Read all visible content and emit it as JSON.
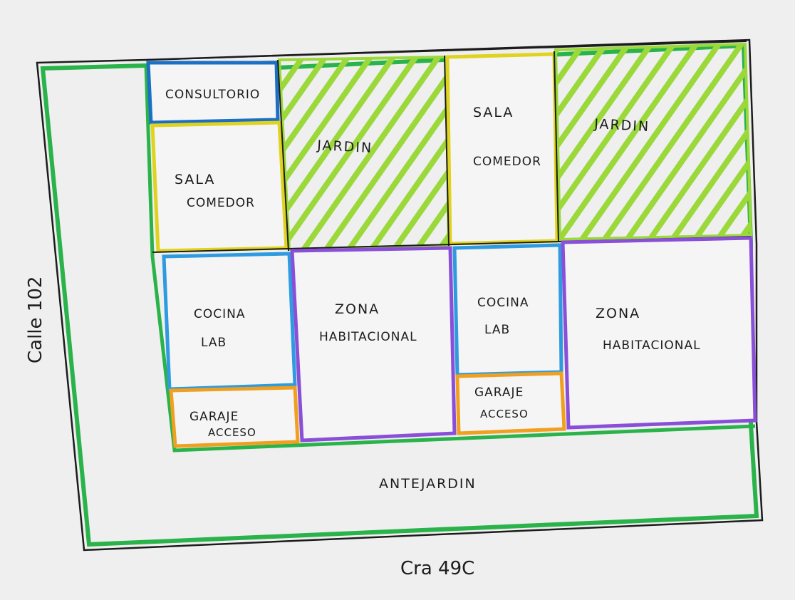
{
  "colors": {
    "paper": "#efefef",
    "lot_border": "#2bb34b",
    "consultorio_border": "#1c6fc4",
    "sala_border": "#e0d31f",
    "jardin_hatch": "#9bd83a",
    "cocina_border": "#2e9be0",
    "garaje_border": "#f0a021",
    "habitacional_border": "#8a4fd8",
    "ink": "#1c1c1c"
  },
  "streets": {
    "left": "Calle 102",
    "bottom": "Cra 49C"
  },
  "rooms": {
    "consultorio": "CONSULTORIO",
    "sala_left_l1": "SALA",
    "sala_left_l2": "COMEDOR",
    "jardin_left": "JARDIN",
    "sala_right_l1": "SALA",
    "sala_right_l2": "COMEDOR",
    "jardin_right": "JARDIN",
    "cocina_left_l1": "COCINA",
    "cocina_left_l2": "LAB",
    "hab_left_l1": "ZONA",
    "hab_left_l2": "HABITACIONAL",
    "cocina_right_l1": "COCINA",
    "cocina_right_l2": "LAB",
    "hab_right_l1": "ZONA",
    "hab_right_l2": "HABITACIONAL",
    "garaje_left_l1": "GARAJE",
    "garaje_left_l2": "ACCESO",
    "garaje_right_l1": "GARAJE",
    "garaje_right_l2": "ACCESO",
    "antejardin": "ANTEJARDIN"
  }
}
